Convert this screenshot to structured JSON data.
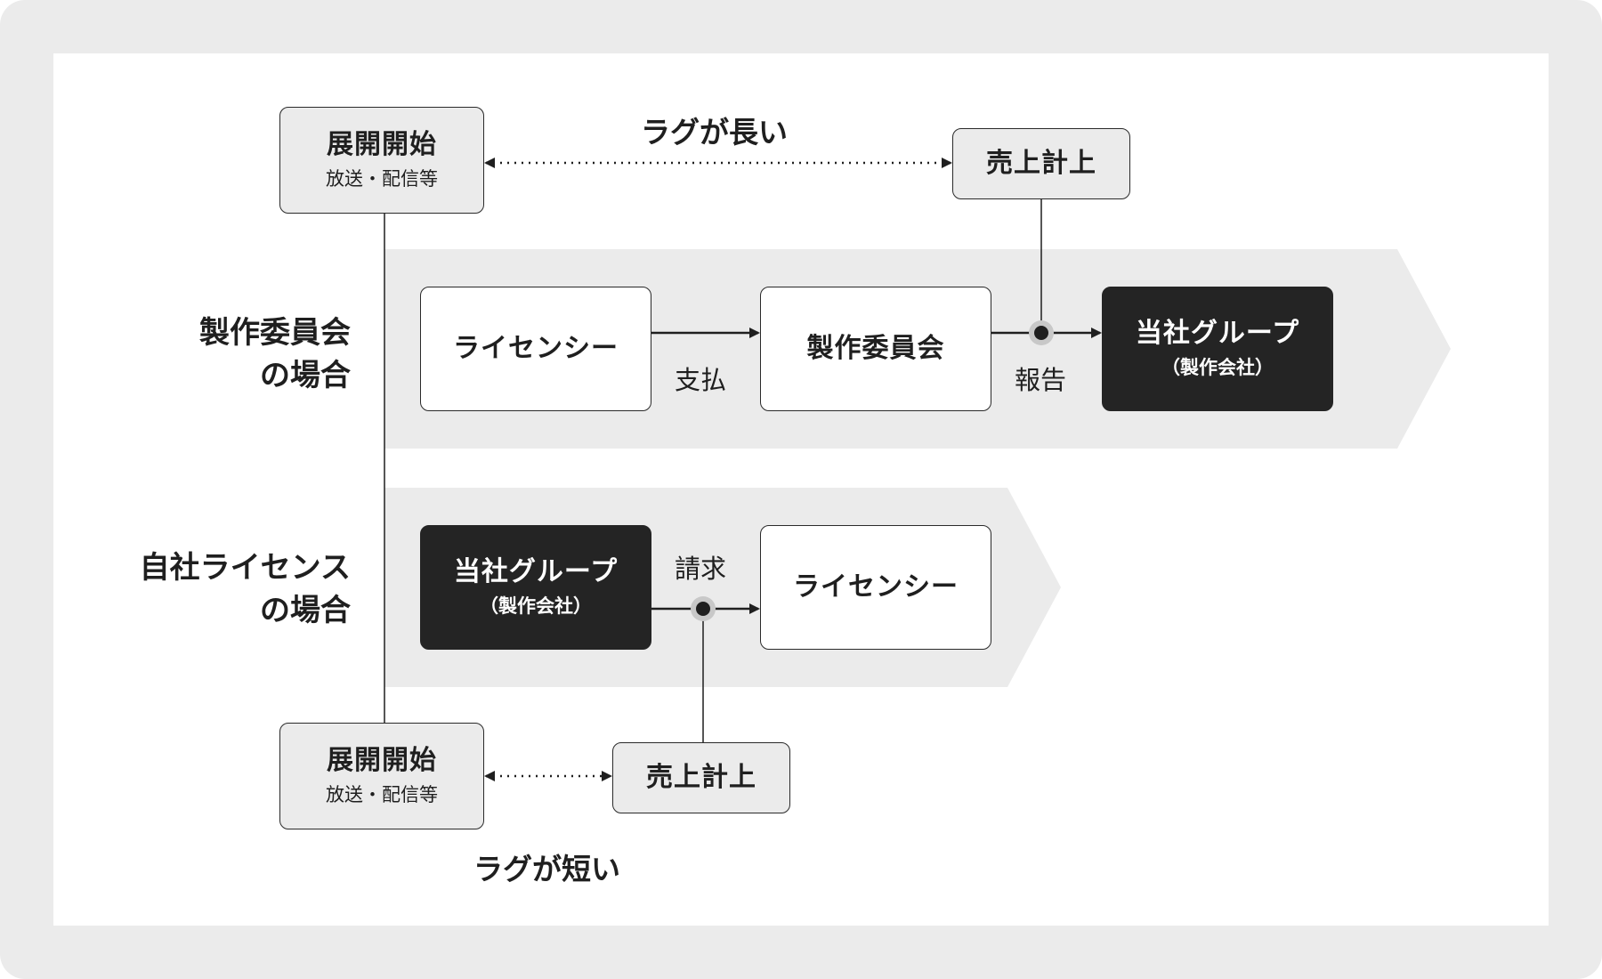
{
  "rows": {
    "committee": {
      "label_line1": "製作委員会",
      "label_line2": "の場合"
    },
    "self": {
      "label_line1": "自社ライセンス",
      "label_line2": "の場合"
    }
  },
  "top": {
    "start_title": "展開開始",
    "start_sub": "放送・配信等",
    "revenue": "売上計上",
    "lag": "ラグが長い"
  },
  "bottom": {
    "start_title": "展開開始",
    "start_sub": "放送・配信等",
    "revenue": "売上計上",
    "lag": "ラグが短い"
  },
  "committee_flow": {
    "licensee": "ライセンシー",
    "pay_label": "支払",
    "committee": "製作委員会",
    "report_label": "報告",
    "group_title": "当社グループ",
    "group_sub": "（製作会社）"
  },
  "self_flow": {
    "group_title": "当社グループ",
    "group_sub": "（製作会社）",
    "invoice_label": "請求",
    "licensee": "ライセンシー"
  }
}
